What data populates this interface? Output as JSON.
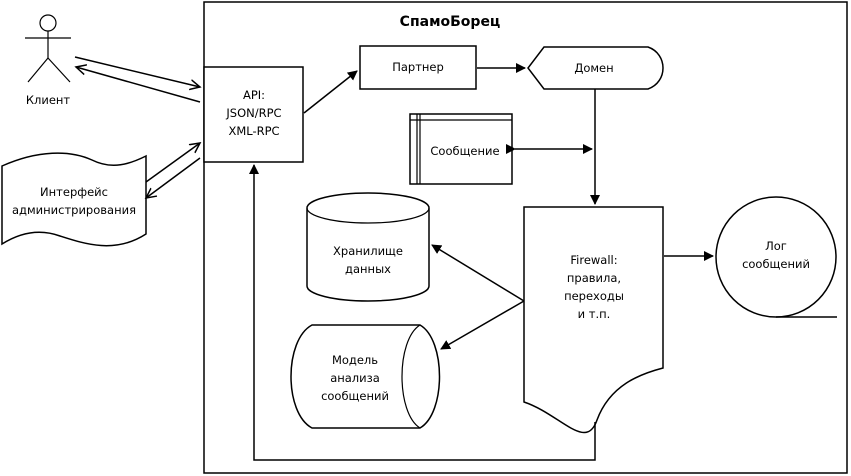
{
  "system": {
    "title": "СпамоБорец"
  },
  "actors": {
    "client": {
      "label": "Клиент"
    }
  },
  "nodes": {
    "admin_ui": {
      "lines": [
        "Интерфейс",
        "администрирования"
      ]
    },
    "api": {
      "lines": [
        "API:",
        "JSON/RPC",
        "XML-RPC"
      ]
    },
    "partner": {
      "label": "Партнер"
    },
    "domain": {
      "label": "Домен"
    },
    "message": {
      "label": "Сообщение"
    },
    "storage": {
      "lines": [
        "Хранилище",
        "данных"
      ]
    },
    "model": {
      "lines": [
        "Модель",
        "анализа",
        "сообщений"
      ]
    },
    "firewall": {
      "lines": [
        "Firewall:",
        "правила,",
        "переходы",
        "и т.п."
      ]
    },
    "log": {
      "lines": [
        "Лог",
        "сообщений"
      ]
    }
  }
}
